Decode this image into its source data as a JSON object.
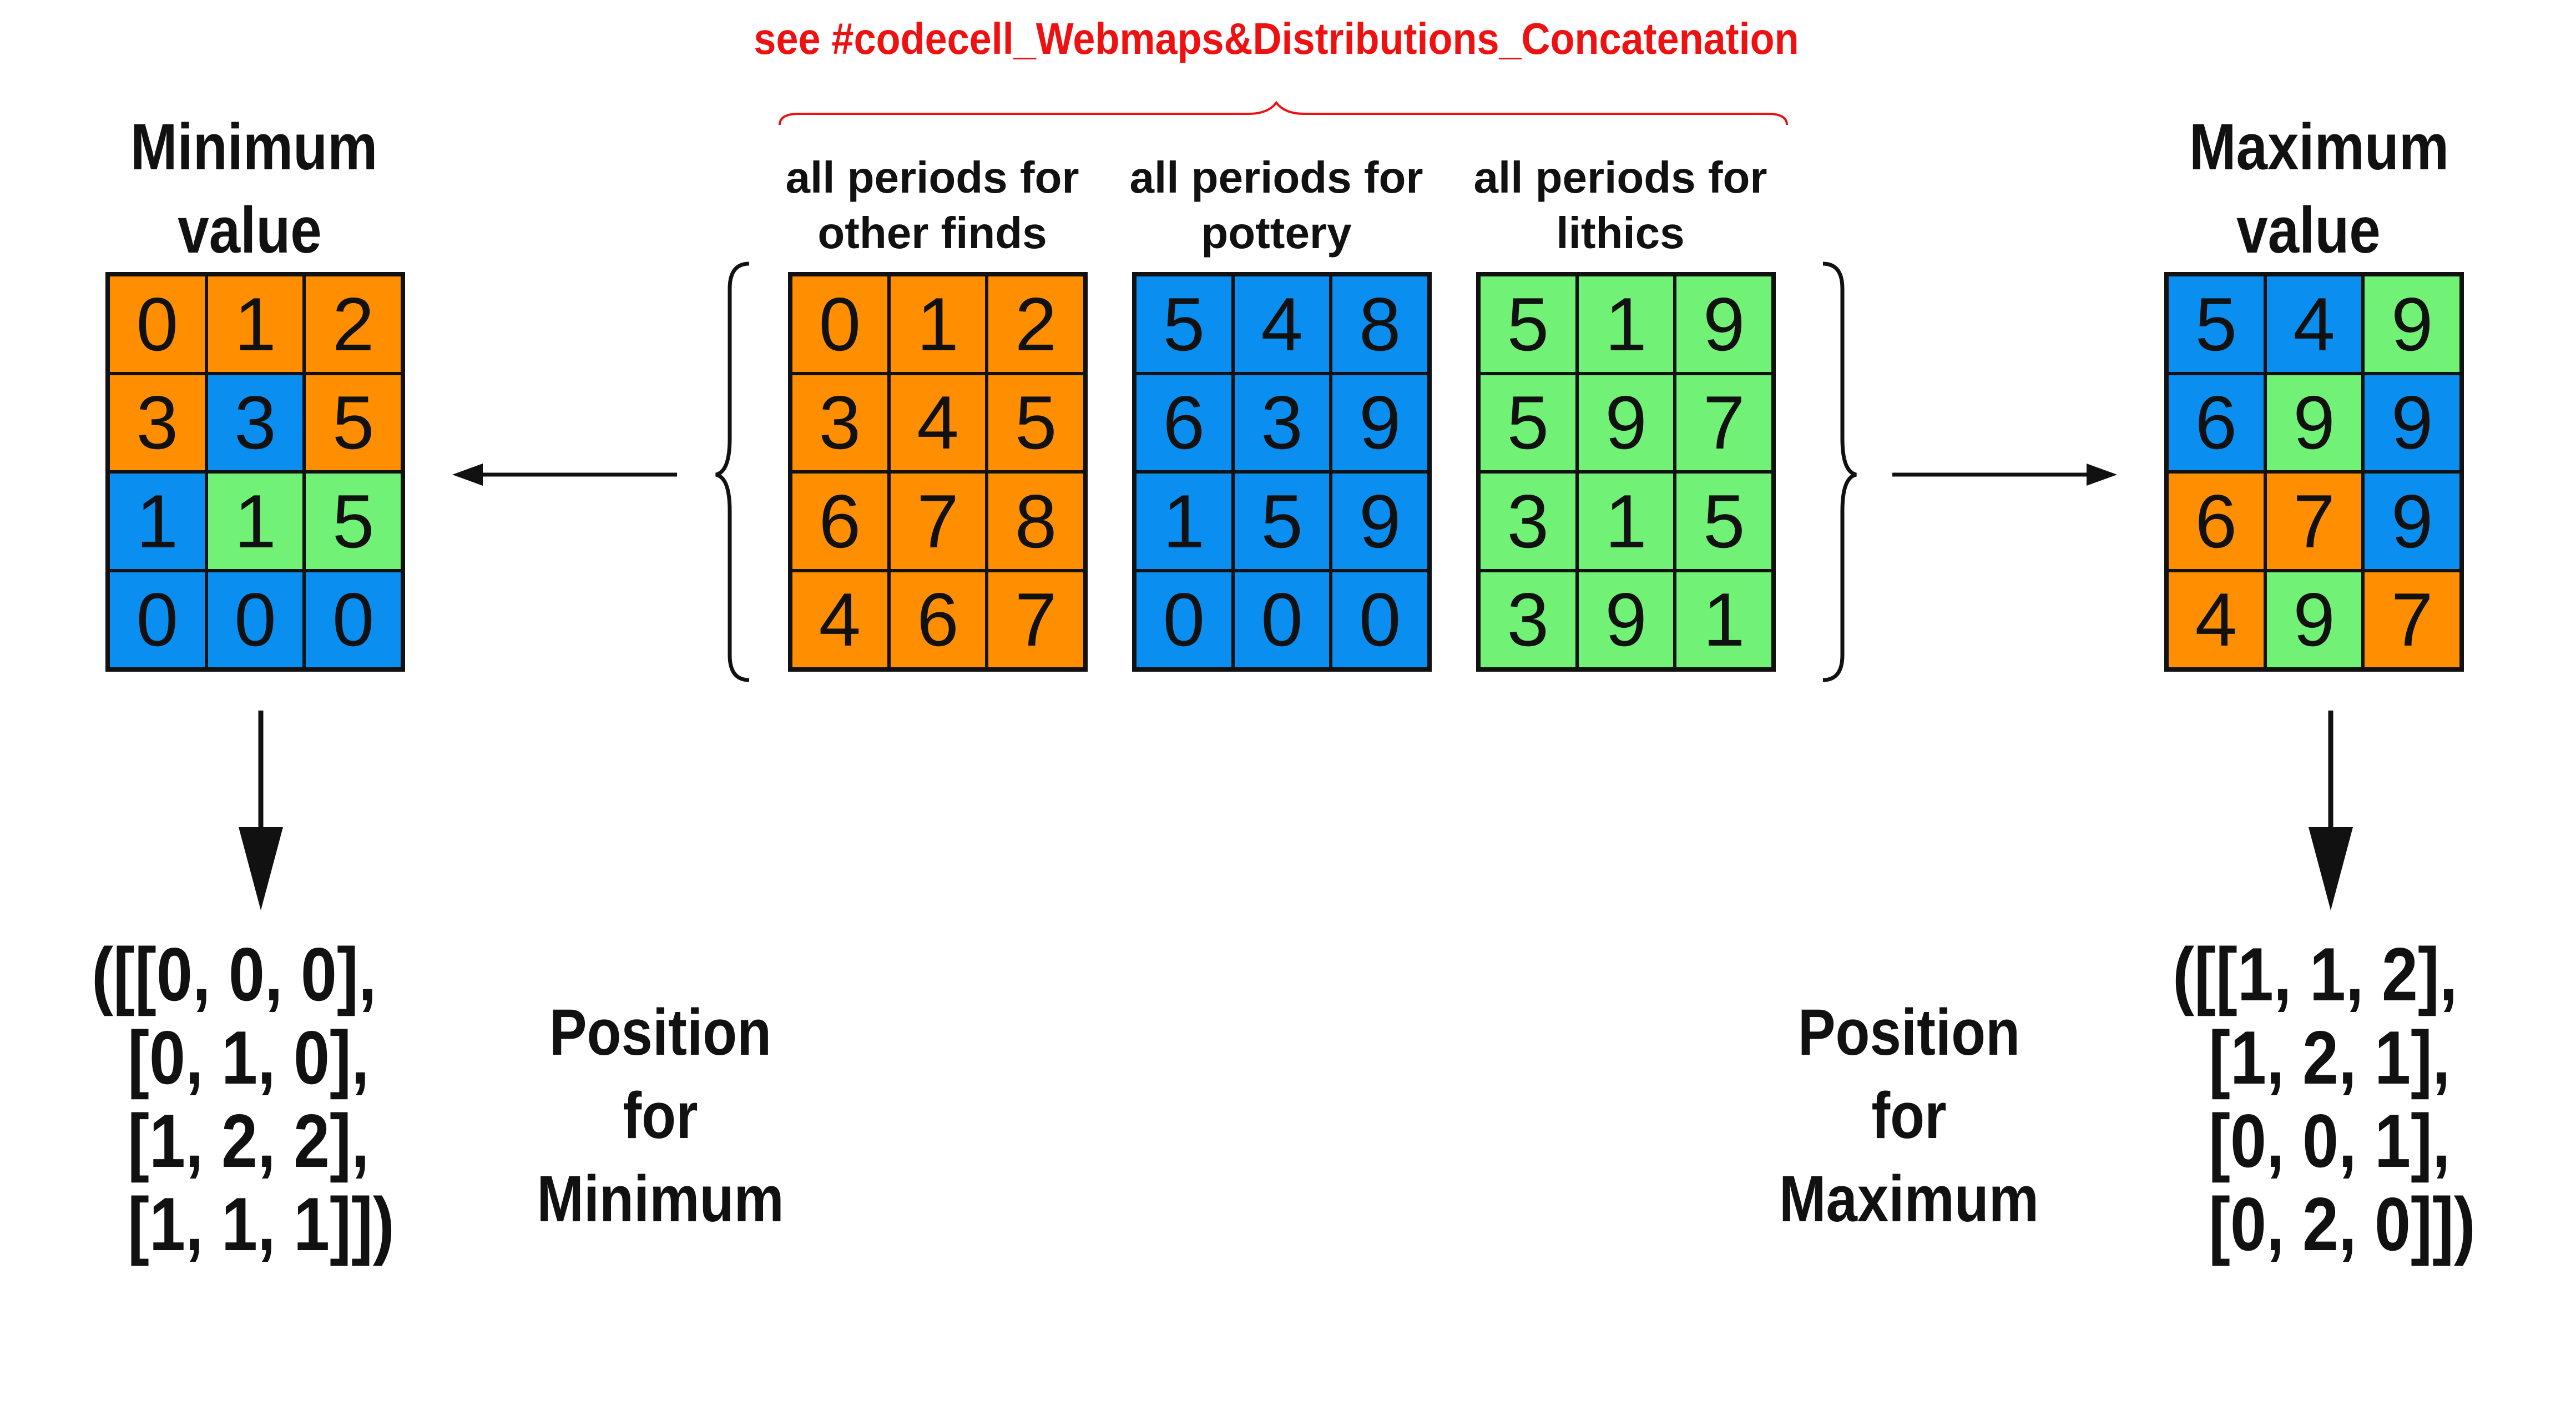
{
  "header": {
    "link_text": "see #codecell_Webmaps&Distributions_Concatenation"
  },
  "left_panel": {
    "title": "Minimum\nvalue",
    "cells": [
      {
        "v": "0",
        "c": "orange"
      },
      {
        "v": "1",
        "c": "orange"
      },
      {
        "v": "2",
        "c": "orange"
      },
      {
        "v": "3",
        "c": "orange"
      },
      {
        "v": "3",
        "c": "blue"
      },
      {
        "v": "5",
        "c": "orange"
      },
      {
        "v": "1",
        "c": "blue"
      },
      {
        "v": "1",
        "c": "green"
      },
      {
        "v": "5",
        "c": "green"
      },
      {
        "v": "0",
        "c": "blue"
      },
      {
        "v": "0",
        "c": "blue"
      },
      {
        "v": "0",
        "c": "blue"
      }
    ],
    "position_label": "Position\nfor Minimum",
    "position_array": "([[0, 0, 0],\n  [0, 1, 0],\n  [1, 2, 2],\n  [1, 1, 1]])"
  },
  "center": {
    "grids": [
      {
        "caption": "all periods for\nother finds",
        "color": "orange",
        "values": [
          "0",
          "1",
          "2",
          "3",
          "4",
          "5",
          "6",
          "7",
          "8",
          "4",
          "6",
          "7"
        ]
      },
      {
        "caption": "all periods for\npottery",
        "color": "blue",
        "values": [
          "5",
          "4",
          "8",
          "6",
          "3",
          "9",
          "1",
          "5",
          "9",
          "0",
          "0",
          "0"
        ]
      },
      {
        "caption": "all periods for\nlithics",
        "color": "green",
        "values": [
          "5",
          "1",
          "9",
          "5",
          "9",
          "7",
          "3",
          "1",
          "5",
          "3",
          "9",
          "1"
        ]
      }
    ]
  },
  "right_panel": {
    "title": "Maximum\nvalue",
    "cells": [
      {
        "v": "5",
        "c": "blue"
      },
      {
        "v": "4",
        "c": "blue"
      },
      {
        "v": "9",
        "c": "green"
      },
      {
        "v": "6",
        "c": "blue"
      },
      {
        "v": "9",
        "c": "green"
      },
      {
        "v": "9",
        "c": "blue"
      },
      {
        "v": "6",
        "c": "orange"
      },
      {
        "v": "7",
        "c": "orange"
      },
      {
        "v": "9",
        "c": "blue"
      },
      {
        "v": "4",
        "c": "orange"
      },
      {
        "v": "9",
        "c": "green"
      },
      {
        "v": "7",
        "c": "orange"
      }
    ],
    "position_label": "Position\nfor Maximum",
    "position_array": "([[1, 1, 2],\n  [1, 2, 1],\n  [0, 0, 1],\n  [0, 2, 0]])"
  },
  "colors": {
    "orange": "#ff8f00",
    "blue": "#0a8ef0",
    "green": "#71f276",
    "link_red": "#ee1111"
  }
}
